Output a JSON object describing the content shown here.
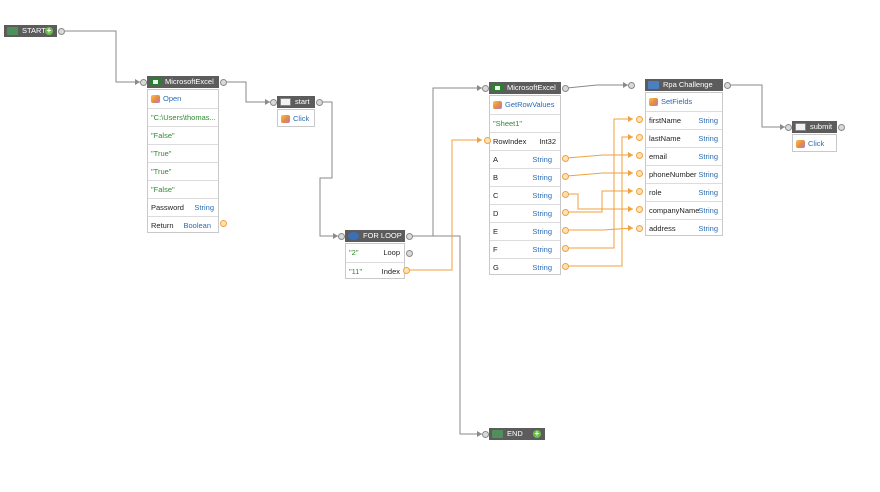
{
  "colors": {
    "wire": "#8a8a8a",
    "data_wire": "#f0a13c",
    "header": "#5c5c5c",
    "value": "#2f8a2f",
    "type": "#2a6bb5"
  },
  "start": {
    "title": "START",
    "icon": "start-flag-icon"
  },
  "excel_open": {
    "title": "MicrosoftExcel",
    "action": "Open",
    "params": [
      "\"C:\\Users\\thomas...",
      "\"False\"",
      "\"True\"",
      "\"True\"",
      "\"False\""
    ],
    "password": {
      "label": "Password",
      "type": "String"
    },
    "return": {
      "label": "Return",
      "type": "Boolean"
    }
  },
  "start_click": {
    "title": "start",
    "action": "Click"
  },
  "for_loop": {
    "title": "FOR LOOP",
    "loop": {
      "value": "\"2\"",
      "label": "Loop"
    },
    "index": {
      "value": "\"11\"",
      "label": "Index"
    }
  },
  "excel_get": {
    "title": "MicrosoftExcel",
    "action": "GetRowValues",
    "sheet": "\"Sheet1\"",
    "rowindex": {
      "label": "RowIndex",
      "type": "Int32"
    },
    "outputs": [
      {
        "label": "A",
        "type": "String"
      },
      {
        "label": "B",
        "type": "String"
      },
      {
        "label": "C",
        "type": "String"
      },
      {
        "label": "D",
        "type": "String"
      },
      {
        "label": "E",
        "type": "String"
      },
      {
        "label": "F",
        "type": "String"
      },
      {
        "label": "G",
        "type": "String"
      }
    ]
  },
  "rpa": {
    "title": "Rpa Challenge",
    "action": "SetFields",
    "fields": [
      {
        "label": "firstName",
        "type": "String"
      },
      {
        "label": "lastName",
        "type": "String"
      },
      {
        "label": "email",
        "type": "String"
      },
      {
        "label": "phoneNumber",
        "type": "String"
      },
      {
        "label": "role",
        "type": "String"
      },
      {
        "label": "companyName",
        "type": "String"
      },
      {
        "label": "address",
        "type": "String"
      }
    ]
  },
  "submit": {
    "title": "submit",
    "action": "Click"
  },
  "end": {
    "title": "END"
  }
}
